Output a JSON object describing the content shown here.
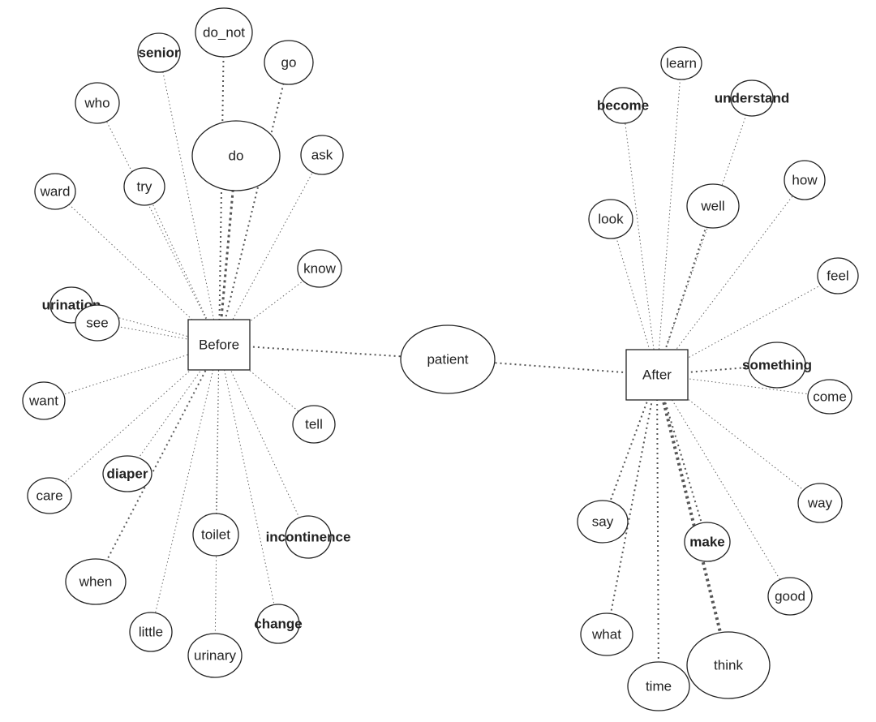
{
  "diagram": {
    "hubs": [
      {
        "id": "before",
        "label": "Before"
      },
      {
        "id": "after",
        "label": "After"
      }
    ],
    "nodes": [
      {
        "id": "patient",
        "label": "patient"
      },
      {
        "id": "do_not",
        "label": "do_not"
      },
      {
        "id": "senior",
        "label": "senior",
        "bold": true
      },
      {
        "id": "go",
        "label": "go"
      },
      {
        "id": "who",
        "label": "who"
      },
      {
        "id": "do",
        "label": "do"
      },
      {
        "id": "ask",
        "label": "ask"
      },
      {
        "id": "try",
        "label": "try"
      },
      {
        "id": "ward",
        "label": "ward"
      },
      {
        "id": "know",
        "label": "know"
      },
      {
        "id": "urination",
        "label": "urination",
        "bold": true
      },
      {
        "id": "see",
        "label": "see"
      },
      {
        "id": "want",
        "label": "want"
      },
      {
        "id": "tell",
        "label": "tell"
      },
      {
        "id": "diaper",
        "label": "diaper",
        "bold": true
      },
      {
        "id": "care",
        "label": "care"
      },
      {
        "id": "toilet",
        "label": "toilet"
      },
      {
        "id": "incontinence",
        "label": "incontinence",
        "bold": true
      },
      {
        "id": "when",
        "label": "when"
      },
      {
        "id": "little",
        "label": "little"
      },
      {
        "id": "change",
        "label": "change",
        "bold": true
      },
      {
        "id": "urinary",
        "label": "urinary"
      },
      {
        "id": "learn",
        "label": "learn"
      },
      {
        "id": "become",
        "label": "become",
        "bold": true
      },
      {
        "id": "understand",
        "label": "understand",
        "bold": true
      },
      {
        "id": "how",
        "label": "how"
      },
      {
        "id": "well",
        "label": "well"
      },
      {
        "id": "look",
        "label": "look"
      },
      {
        "id": "feel",
        "label": "feel"
      },
      {
        "id": "something",
        "label": "something",
        "bold": true
      },
      {
        "id": "come",
        "label": "come"
      },
      {
        "id": "way",
        "label": "way"
      },
      {
        "id": "say",
        "label": "say"
      },
      {
        "id": "make",
        "label": "make",
        "bold": true
      },
      {
        "id": "good",
        "label": "good"
      },
      {
        "id": "what",
        "label": "what"
      },
      {
        "id": "think",
        "label": "think"
      },
      {
        "id": "time",
        "label": "time"
      }
    ],
    "edges": [
      {
        "from": "before",
        "to": "do_not",
        "weight": 2
      },
      {
        "from": "before",
        "to": "senior",
        "weight": 1
      },
      {
        "from": "before",
        "to": "go",
        "weight": 2
      },
      {
        "from": "before",
        "to": "who",
        "weight": 1
      },
      {
        "from": "before",
        "to": "do",
        "weight": 3
      },
      {
        "from": "before",
        "to": "ask",
        "weight": 1
      },
      {
        "from": "before",
        "to": "try",
        "weight": 1
      },
      {
        "from": "before",
        "to": "ward",
        "weight": 1
      },
      {
        "from": "before",
        "to": "know",
        "weight": 1
      },
      {
        "from": "before",
        "to": "urination",
        "weight": 1
      },
      {
        "from": "before",
        "to": "see",
        "weight": 1
      },
      {
        "from": "before",
        "to": "want",
        "weight": 1
      },
      {
        "from": "before",
        "to": "tell",
        "weight": 1
      },
      {
        "from": "before",
        "to": "diaper",
        "weight": 1
      },
      {
        "from": "before",
        "to": "care",
        "weight": 1
      },
      {
        "from": "before",
        "to": "toilet",
        "weight": 1
      },
      {
        "from": "before",
        "to": "incontinence",
        "weight": 1
      },
      {
        "from": "before",
        "to": "when",
        "weight": 2
      },
      {
        "from": "before",
        "to": "little",
        "weight": 1
      },
      {
        "from": "before",
        "to": "change",
        "weight": 1
      },
      {
        "from": "before",
        "to": "urinary",
        "weight": 1
      },
      {
        "from": "before",
        "to": "patient",
        "weight": 2
      },
      {
        "from": "after",
        "to": "patient",
        "weight": 2
      },
      {
        "from": "after",
        "to": "learn",
        "weight": 1
      },
      {
        "from": "after",
        "to": "become",
        "weight": 1
      },
      {
        "from": "after",
        "to": "understand",
        "weight": 1
      },
      {
        "from": "after",
        "to": "how",
        "weight": 1
      },
      {
        "from": "after",
        "to": "well",
        "weight": 2
      },
      {
        "from": "after",
        "to": "look",
        "weight": 1
      },
      {
        "from": "after",
        "to": "feel",
        "weight": 1
      },
      {
        "from": "after",
        "to": "something",
        "weight": 2
      },
      {
        "from": "after",
        "to": "come",
        "weight": 1
      },
      {
        "from": "after",
        "to": "way",
        "weight": 1
      },
      {
        "from": "after",
        "to": "say",
        "weight": 2
      },
      {
        "from": "after",
        "to": "make",
        "weight": 2
      },
      {
        "from": "after",
        "to": "good",
        "weight": 1
      },
      {
        "from": "after",
        "to": "what",
        "weight": 2
      },
      {
        "from": "after",
        "to": "think",
        "weight": 4
      },
      {
        "from": "after",
        "to": "time",
        "weight": 2
      }
    ]
  }
}
